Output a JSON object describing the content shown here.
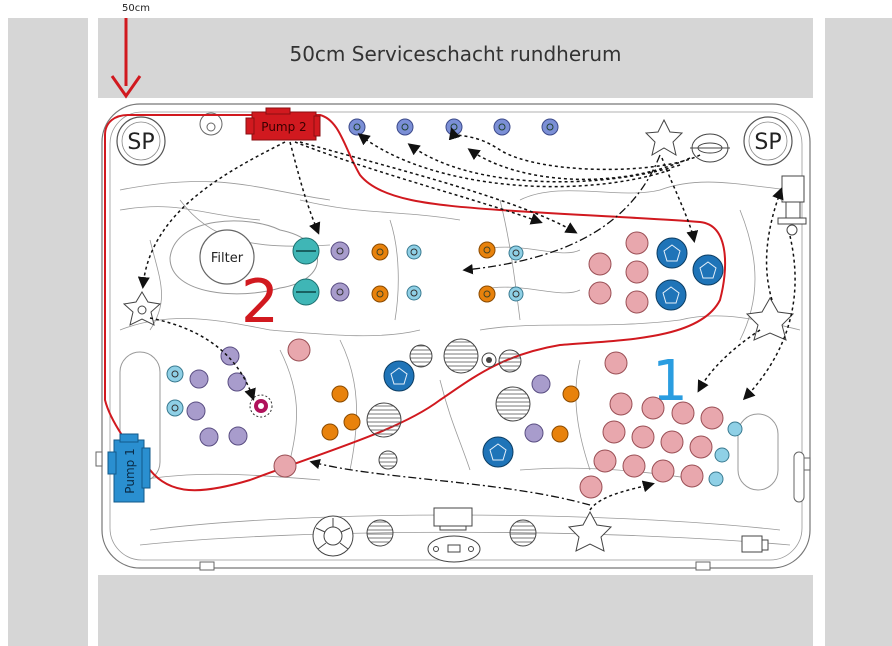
{
  "header": {
    "dimension_label": "50cm",
    "title": "50cm Serviceschacht rundherum"
  },
  "pumps": {
    "pump1": "Pump 1",
    "pump2": "Pump 2"
  },
  "labels": {
    "sp": "SP",
    "filter": "Filter",
    "zone1": "1",
    "zone2": "2"
  },
  "colors": {
    "outline_red": "#d1191f",
    "pump_blue": "#2a8fd0",
    "zone1_blue": "#2a9de0",
    "jet_pink": "#e8a7ad",
    "jet_teal": "#3fb6b6",
    "jet_purple": "#a89ccc",
    "jet_orange": "#e8820c",
    "jet_blue": "#1f74b8",
    "jet_lightblue": "#8fd0e6"
  }
}
